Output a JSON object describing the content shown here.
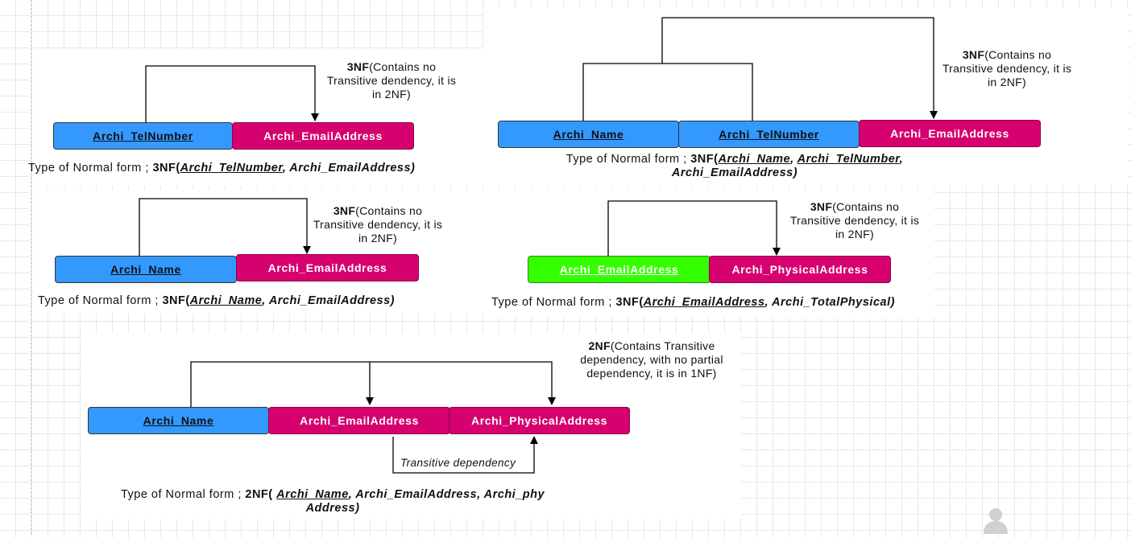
{
  "diagrams": [
    {
      "boxes": [
        {
          "label": "Archi_TelNumber",
          "kind": "key"
        },
        {
          "label": "Archi_EmailAddress",
          "kind": "attr"
        }
      ],
      "note": {
        "bold": "3NF",
        "text": "(Contains no Transitive dendency, it is in 2NF)"
      },
      "caption": {
        "prefix": "Type of Normal form ; ",
        "nf": "3NF(",
        "parts": [
          {
            "text": "Archi_TelNumber",
            "underline": true
          },
          {
            "text": ", Archi_EmailAddress)",
            "underline": false
          }
        ]
      }
    },
    {
      "boxes": [
        {
          "label": "Archi_Name",
          "kind": "key"
        },
        {
          "label": "Archi_TelNumber",
          "kind": "key"
        },
        {
          "label": "Archi_EmailAddress",
          "kind": "attr"
        }
      ],
      "note": {
        "bold": "3NF",
        "text": "(Contains no Transitive dendency, it is in 2NF)"
      },
      "caption": {
        "prefix": "Type of Normal form ; ",
        "nf": "3NF(",
        "parts": [
          {
            "text": "Archi_Name",
            "underline": true
          },
          {
            "text": ", ",
            "underline": false
          },
          {
            "text": "Archi_TelNumber",
            "underline": true
          },
          {
            "text": ", Archi_EmailAddress)",
            "underline": false
          }
        ]
      }
    },
    {
      "boxes": [
        {
          "label": "Archi_Name",
          "kind": "key"
        },
        {
          "label": "Archi_EmailAddress",
          "kind": "attr"
        }
      ],
      "note": {
        "bold": "3NF",
        "text": "(Contains no Transitive dendency, it is in 2NF)"
      },
      "caption": {
        "prefix": "Type of Normal form ; ",
        "nf": "3NF(",
        "parts": [
          {
            "text": "Archi_Name",
            "underline": true
          },
          {
            "text": ", Archi_EmailAddress)",
            "underline": false
          }
        ]
      }
    },
    {
      "boxes": [
        {
          "label": "Archi_EmailAddress",
          "kind": "candidate"
        },
        {
          "label": "Archi_PhysicalAddress",
          "kind": "attr"
        }
      ],
      "note": {
        "bold": "3NF",
        "text": "(Contains no Transitive dendency, it is in 2NF)"
      },
      "caption": {
        "prefix": "Type of Normal form ; ",
        "nf": "3NF(",
        "parts": [
          {
            "text": "Archi_EmailAddress",
            "underline": true
          },
          {
            "text": ", Archi_TotalPhysical)",
            "underline": false
          }
        ]
      }
    },
    {
      "boxes": [
        {
          "label": "Archi_Name",
          "kind": "key"
        },
        {
          "label": "Archi_EmailAddress",
          "kind": "attr"
        },
        {
          "label": "Archi_PhysicalAddress",
          "kind": "attr"
        }
      ],
      "note": {
        "bold": "2NF",
        "text": "(Contains Transitive dependency, with no partial dependency, it is in 1NF)"
      },
      "transitive_label": "Transitive dependency",
      "caption": {
        "prefix": "Type of Normal form ; ",
        "nf": "2NF( ",
        "parts": [
          {
            "text": "Archi_Name",
            "underline": true
          },
          {
            "text": ",  Archi_EmailAddress, Archi_phy Address)",
            "underline": false
          }
        ]
      }
    }
  ],
  "colors": {
    "key": "#3399ff",
    "dependent": "#d6006f",
    "candidate": "#33ff00",
    "line": "#000000"
  },
  "icons": [
    "user-avatar-icon"
  ]
}
